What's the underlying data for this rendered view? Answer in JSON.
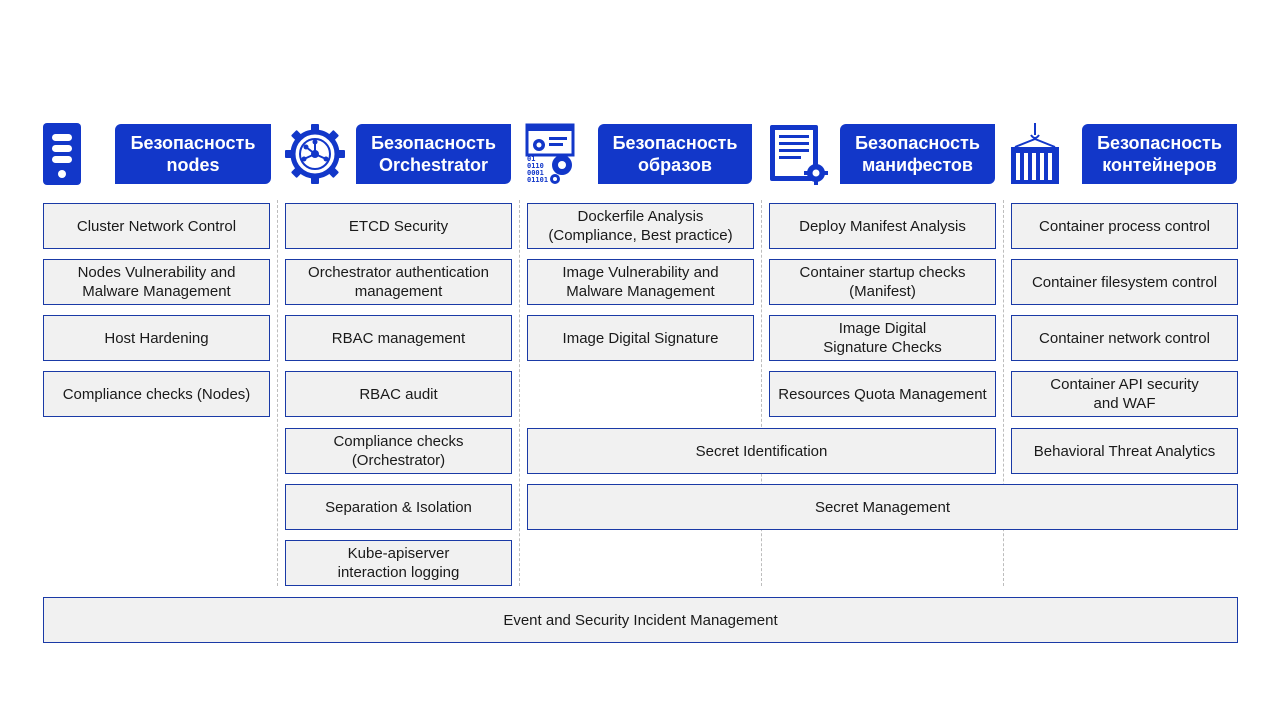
{
  "colors": {
    "primary": "#1237c9",
    "box_fill": "#f1f1f1",
    "box_border": "#1a3aa6"
  },
  "columns": [
    {
      "icon": "server-icon",
      "title": [
        "Безопасность",
        "nodes"
      ]
    },
    {
      "icon": "orchestrator-gear-icon",
      "title": [
        "Безопасность",
        "Orchestrator"
      ]
    },
    {
      "icon": "image-binary-gears-icon",
      "title": [
        "Безопасность",
        "образов"
      ]
    },
    {
      "icon": "manifest-document-icon",
      "title": [
        "Безопасность",
        "манифестов"
      ]
    },
    {
      "icon": "container-crane-icon",
      "title": [
        "Безопасность",
        "контейнеров"
      ]
    }
  ],
  "boxes": {
    "nodes": [
      [
        "Cluster Network Control"
      ],
      [
        "Nodes Vulnerability and",
        "Malware Management"
      ],
      [
        "Host Hardening"
      ],
      [
        "Compliance checks (Nodes)"
      ]
    ],
    "orchestrator": [
      [
        "ETCD Security"
      ],
      [
        "Orchestrator authentication",
        "management"
      ],
      [
        "RBAC management"
      ],
      [
        "RBAC audit"
      ],
      [
        "Compliance checks",
        "(Orchestrator)"
      ],
      [
        "Separation & Isolation"
      ],
      [
        "Kube-apiserver",
        "interaction logging"
      ]
    ],
    "images": [
      [
        "Dockerfile Analysis",
        "(Compliance, Best practice)"
      ],
      [
        "Image Vulnerability and",
        "Malware Management"
      ],
      [
        "Image Digital Signature"
      ]
    ],
    "manifests": [
      [
        "Deploy Manifest Analysis"
      ],
      [
        "Container startup checks",
        "(Manifest)"
      ],
      [
        "Image Digital",
        "Signature Checks"
      ],
      [
        "Resources Quota Management"
      ]
    ],
    "containers": [
      [
        "Container process control"
      ],
      [
        "Container filesystem control"
      ],
      [
        "Container network control"
      ],
      [
        "Container API security",
        "and WAF"
      ],
      [
        "Behavioral Threat Analytics"
      ]
    ],
    "shared": {
      "secret_identification": [
        "Secret Identification"
      ],
      "secret_management": [
        "Secret Management"
      ],
      "event_management": [
        "Event and Security Incident Management"
      ]
    }
  }
}
